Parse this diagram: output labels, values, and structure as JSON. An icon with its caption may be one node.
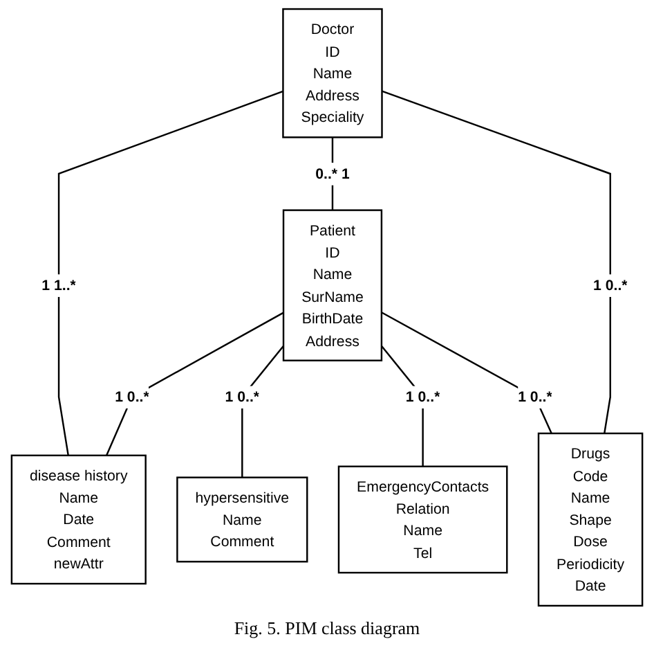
{
  "diagram": {
    "caption": "Fig. 5. PIM class diagram",
    "nodes": [
      {
        "text": [
          "Doctor",
          "ID",
          "Name",
          "Address",
          "Speciality"
        ]
      },
      {
        "text": [
          "disease history",
          "Name",
          "Date",
          "Comment",
          "newAttr"
        ]
      },
      {
        "text": [
          "Patient",
          "ID",
          "Name",
          "SurName",
          "BirthDate",
          "Address"
        ]
      },
      {
        "text": [
          "hypersensitive",
          "Name",
          "Comment"
        ]
      },
      {
        "text": [
          "Drugs",
          "Code",
          "Name",
          "Shape",
          "Dose",
          "Periodicity",
          "Date"
        ]
      },
      {
        "text": [
          "EmergencyContacts",
          "Relation",
          "Name",
          "Tel"
        ]
      }
    ],
    "edges": [
      {
        "from": 0,
        "to": 1,
        "arrow": "none",
        "label": "1 1..*"
      },
      {
        "from": 0,
        "to": 2,
        "arrow": "none",
        "label": "0..* 1"
      },
      {
        "from": 2,
        "to": 1,
        "arrow": "none",
        "label": "1 0..*"
      },
      {
        "from": 2,
        "to": 3,
        "arrow": "none",
        "label": "1 0..*"
      },
      {
        "from": 2,
        "to": 5,
        "arrow": "none",
        "label": "1 0..*"
      },
      {
        "from": 2,
        "to": 4,
        "arrow": "none",
        "label": "1 0..*"
      },
      {
        "from": 0,
        "to": 4,
        "arrow": "none",
        "label": "1 0..*"
      }
    ]
  }
}
